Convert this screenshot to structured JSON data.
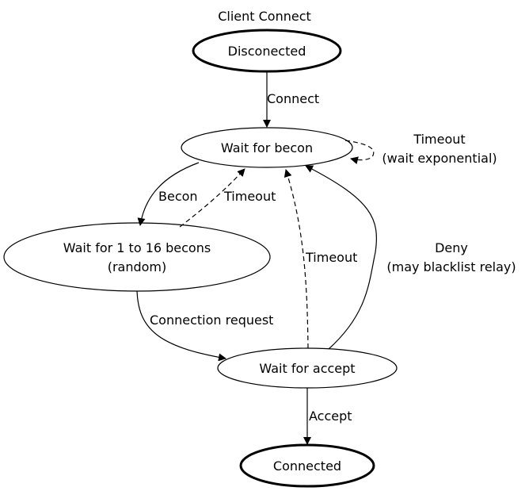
{
  "diagram": {
    "title": "Client Connect",
    "colors": {
      "stroke": "#000000",
      "background": "#ffffff"
    },
    "nodes": {
      "disconnected": {
        "label": "Disconected"
      },
      "wait_becon": {
        "label": "Wait for becon"
      },
      "wait_1_16": {
        "label_line1": "Wait for 1 to 16 becons",
        "label_line2": "(random)"
      },
      "wait_accept": {
        "label": "Wait for accept"
      },
      "connected": {
        "label": "Connected"
      }
    },
    "edges": {
      "connect": {
        "label": "Connect"
      },
      "timeout_self": {
        "label_line1": "Timeout",
        "label_line2": "(wait exponential)"
      },
      "becon": {
        "label": "Becon"
      },
      "timeout_from_random": {
        "label": "Timeout"
      },
      "timeout_from_accept": {
        "label": "Timeout"
      },
      "deny": {
        "label_line1": "Deny",
        "label_line2": "(may blacklist relay)"
      },
      "connection_request": {
        "label": "Connection request"
      },
      "accept": {
        "label": "Accept"
      }
    }
  }
}
